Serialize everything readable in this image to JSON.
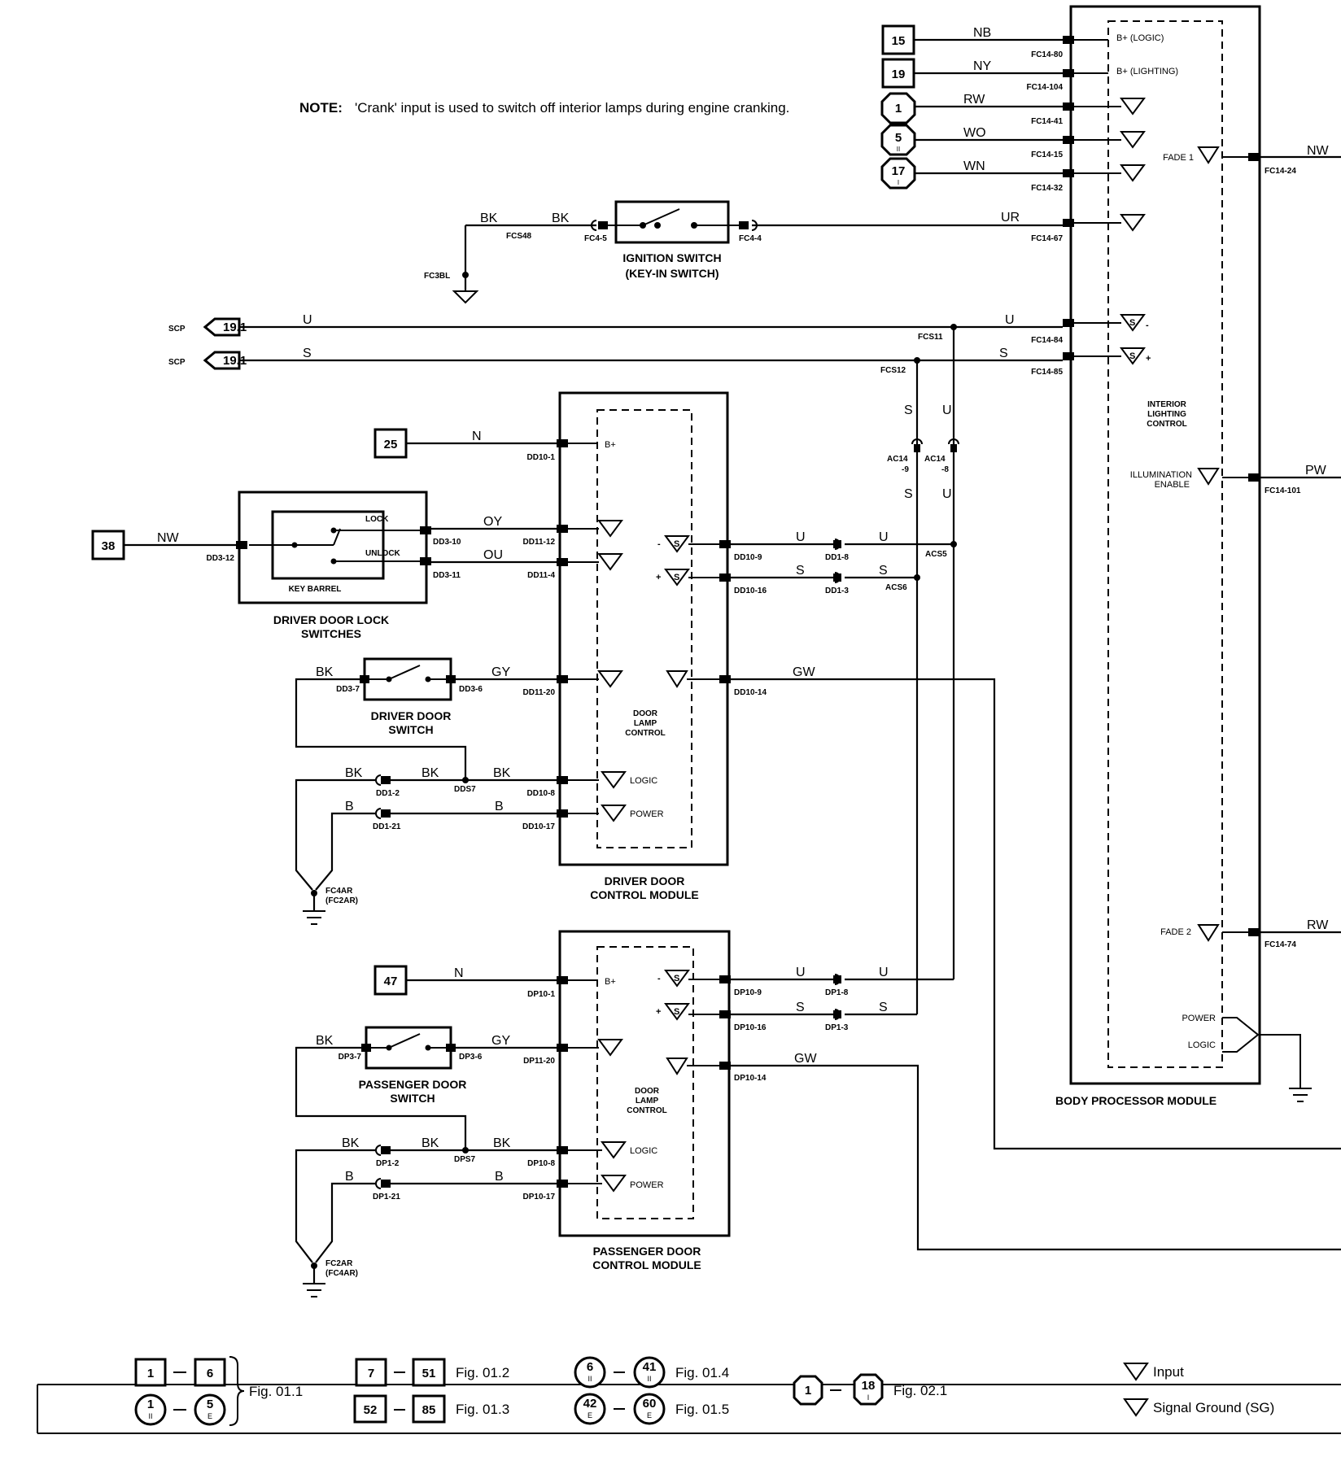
{
  "note": {
    "label": "NOTE:",
    "text": "'Crank' input is used to switch off interior lamps during engine cranking."
  },
  "wire_refs": [
    "15",
    "19",
    "1",
    "5",
    "17",
    "25",
    "38",
    "47",
    "19.1",
    "19.1"
  ],
  "ref_subs": [
    "II",
    "I"
  ],
  "scp_label": "SCP",
  "wire_colors": [
    "NB",
    "NY",
    "RW",
    "WO",
    "WN",
    "NW",
    "BK",
    "BK",
    "UR",
    "U",
    "S",
    "U",
    "S",
    "S",
    "U",
    "S",
    "U",
    "N",
    "OY",
    "OU",
    "NW",
    "U",
    "U",
    "S",
    "S",
    "GY",
    "GW",
    "BK",
    "BK",
    "BK",
    "B",
    "B",
    "PW",
    "RW",
    "N",
    "U",
    "U",
    "S",
    "S",
    "GY",
    "GW",
    "BK",
    "BK",
    "BK",
    "B",
    "B"
  ],
  "pins": [
    "FC14-80",
    "FC14-104",
    "FC14-41",
    "FC14-15",
    "FC14-32",
    "FC14-24",
    "FC14-67",
    "FCS48",
    "FC4-5",
    "FC4-4",
    "FC3BL",
    "FCS11",
    "FC14-84",
    "FCS12",
    "FC14-85",
    "AC14",
    "-9",
    "AC14",
    "-8",
    "DD10-1",
    "DD3-10",
    "DD3-11",
    "DD11-12",
    "DD11-4",
    "DD3-12",
    "DD10-9",
    "DD1-8",
    "ACS5",
    "DD10-16",
    "DD1-3",
    "ACS6",
    "DD3-7",
    "DD3-6",
    "DD11-20",
    "DD10-14",
    "DD1-2",
    "DDS7",
    "DD10-8",
    "DD1-21",
    "DD10-17",
    "FC4AR",
    "(FC2AR)",
    "FC14-101",
    "FC14-74",
    "DP10-1",
    "DP10-9",
    "DP1-8",
    "DP10-16",
    "DP1-3",
    "DP3-7",
    "DP3-6",
    "DP11-20",
    "DP10-14",
    "DP1-2",
    "DPS7",
    "DP10-8",
    "DP1-21",
    "DP10-17",
    "FC2AR",
    "(FC4AR)"
  ],
  "components": {
    "ignition_switch": [
      "IGNITION SWITCH",
      "(KEY-IN SWITCH)"
    ],
    "key_barrel": "KEY BARREL",
    "lock": "LOCK",
    "unlock": "UNLOCK",
    "driver_door_lock_switches": [
      "DRIVER DOOR LOCK",
      "SWITCHES"
    ],
    "driver_door_switch": [
      "DRIVER DOOR",
      "SWITCH"
    ],
    "driver_door_control_module": [
      "DRIVER DOOR",
      "CONTROL MODULE"
    ],
    "passenger_door_switch": [
      "PASSENGER DOOR",
      "SWITCH"
    ],
    "passenger_door_control_module": [
      "PASSENGER DOOR",
      "CONTROL MODULE"
    ],
    "body_processor_module": "BODY PROCESSOR MODULE",
    "interior_lighting_control": [
      "INTERIOR",
      "LIGHTING",
      "CONTROL"
    ],
    "door_lamp_control": [
      "DOOR",
      "LAMP",
      "CONTROL"
    ]
  },
  "internal_labels": [
    "B+ (LOGIC)",
    "B+ (LIGHTING)",
    "FADE 1",
    "ILLUMINATION",
    "ENABLE",
    "FADE 2",
    "POWER",
    "LOGIC",
    "B+",
    "LOGIC",
    "POWER",
    "B+",
    "LOGIC",
    "POWER"
  ],
  "legend": {
    "items": [
      "1",
      "6",
      "1",
      "5",
      "7",
      "51",
      "52",
      "85",
      "6",
      "41",
      "42",
      "60",
      "1",
      "18"
    ],
    "subs": [
      "II",
      "E",
      "II",
      "E",
      "I"
    ],
    "figs": [
      "Fig. 01.1",
      "Fig. 01.2",
      "Fig. 01.3",
      "Fig. 01.4",
      "Fig. 01.5",
      "Fig. 02.1"
    ],
    "symbols": [
      "Input",
      "Signal Ground (SG)"
    ]
  }
}
